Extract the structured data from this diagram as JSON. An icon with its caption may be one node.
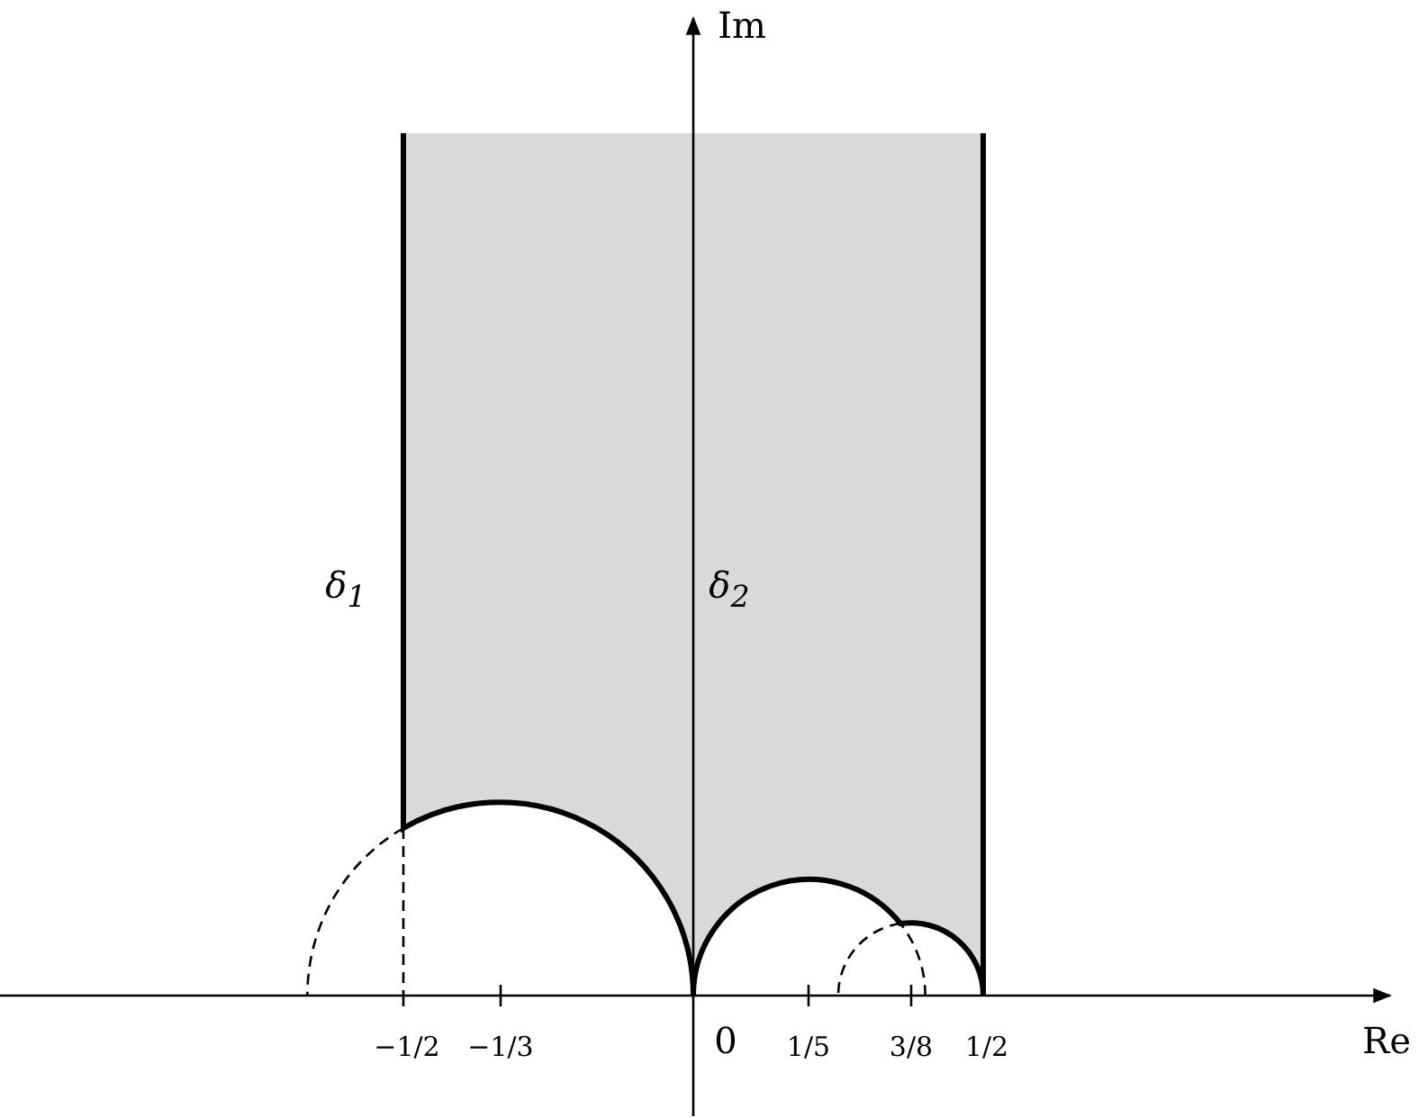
{
  "diagram": {
    "labels": [
      "Im",
      "δ$_{1}$",
      "δ$_{2}$",
      "−1/2",
      "−1/3",
      "0",
      "1/5",
      "3/8",
      "1/2",
      "Re"
    ]
  }
}
